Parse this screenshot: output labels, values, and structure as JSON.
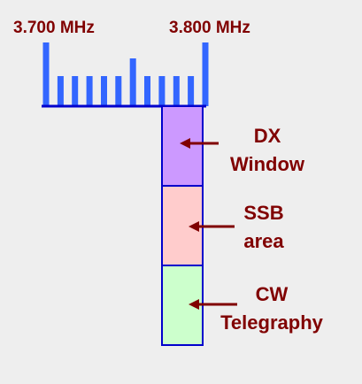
{
  "scale": {
    "left_label": "3.700 MHz",
    "right_label": "3.800 MHz",
    "tick_heights": [
      72,
      34,
      34,
      34,
      34,
      34,
      54,
      34,
      34,
      34,
      34,
      72
    ]
  },
  "segments": [
    {
      "line1": "DX",
      "line2": "Window",
      "fill": "#cc99ff"
    },
    {
      "line1": "SSB",
      "line2": "area",
      "fill": "#ffcccc"
    },
    {
      "line1": "CW",
      "line2": "Telegraphy",
      "fill": "#ccffcc"
    }
  ],
  "colors": {
    "tick": "#3366ff",
    "baseline": "#0000cc",
    "segment_border": "#0000cc",
    "text": "#800000",
    "arrow": "#800000",
    "background": "#eeeeee"
  }
}
